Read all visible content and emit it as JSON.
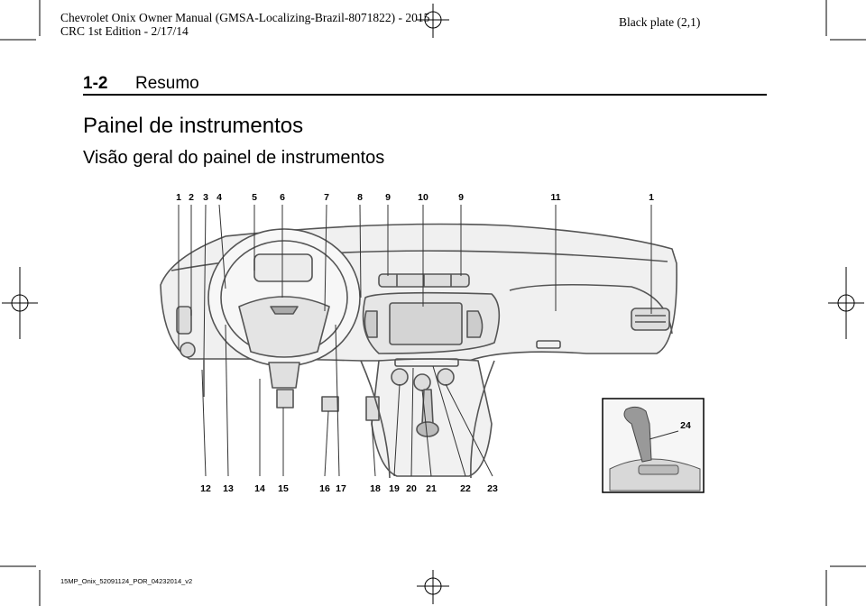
{
  "header": {
    "line1": "Chevrolet Onix Owner Manual (GMSA-Localizing-Brazil-8071822) - 2015",
    "line2": "CRC 1st Edition - 2/17/14",
    "plate": "Black plate (2,1)"
  },
  "section": {
    "number": "1-2",
    "title": "Resumo"
  },
  "page_title": "Painel de instrumentos",
  "subtitle": "Visão geral do painel de instrumentos",
  "figure": {
    "top_callouts": [
      "1",
      "2",
      "3",
      "4",
      "5",
      "6",
      "7",
      "8",
      "9",
      "10",
      "9",
      "11",
      "1"
    ],
    "bottom_callouts": [
      "12",
      "13",
      "14",
      "15",
      "16",
      "17",
      "18",
      "19",
      "20",
      "21",
      "22",
      "23"
    ],
    "inset_callout": "24"
  },
  "footer": {
    "code": "15MP_Onix_52091124_POR_04232014_v2"
  }
}
